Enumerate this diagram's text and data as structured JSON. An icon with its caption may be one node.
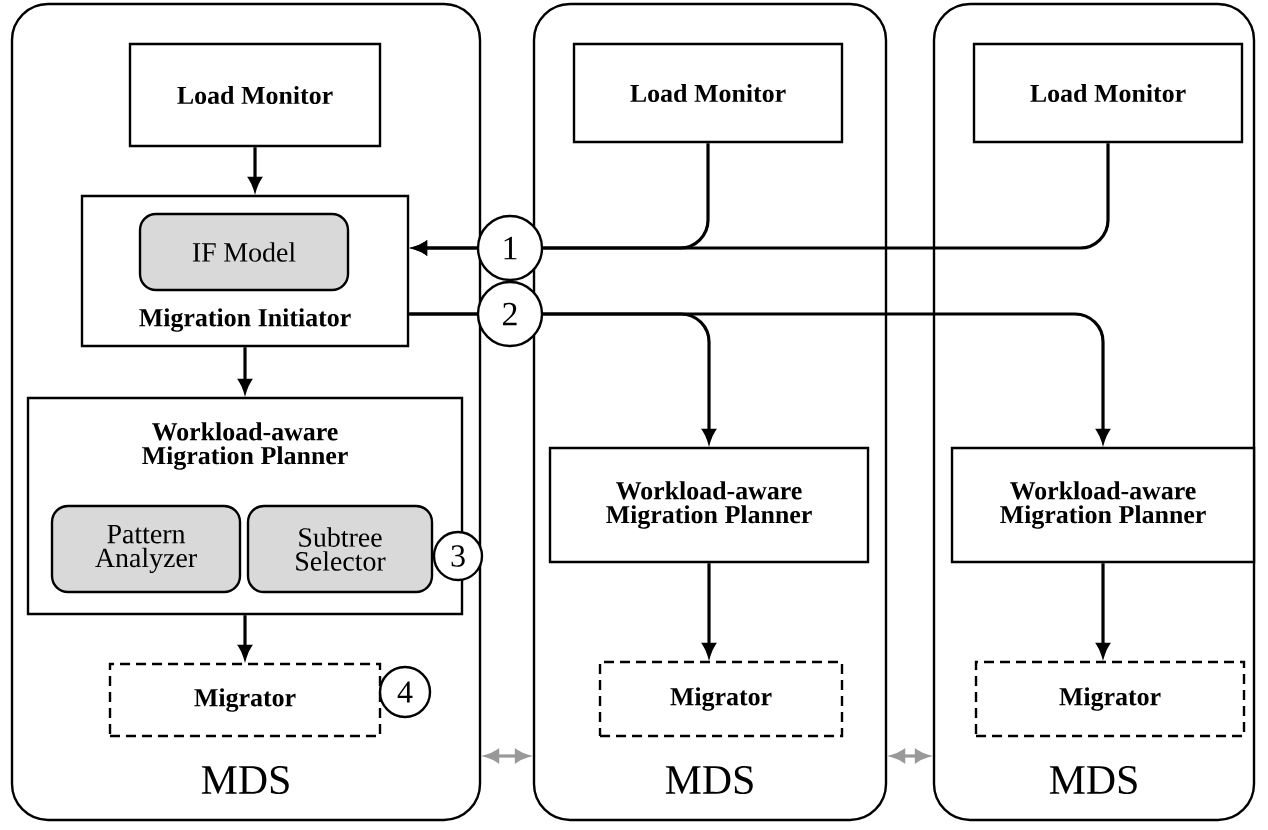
{
  "diagram": {
    "nodes": [
      {
        "text": [
          "MDS"
        ]
      },
      {
        "text": [
          "Load Monitor"
        ],
        "in": 0
      },
      {
        "text": [
          "Migration Initiator"
        ],
        "in": 0
      },
      {
        "text": [
          "IF Model"
        ],
        "in": 2
      },
      {
        "text": [
          "Workload-aware Migration Planner"
        ],
        "in": 0
      },
      {
        "text": [
          "Pattern Analyzer"
        ],
        "in": 4
      },
      {
        "text": [
          "Subtree Selector"
        ],
        "in": 4
      },
      {
        "text": [
          "Migrator"
        ],
        "in": 0
      },
      {
        "text": [
          "MDS"
        ]
      },
      {
        "text": [
          "Load Monitor"
        ],
        "in": 8
      },
      {
        "text": [
          "Workload-aware Migration Planner"
        ],
        "in": 8
      },
      {
        "text": [
          "Migrator"
        ],
        "in": 8
      },
      {
        "text": [
          "MDS"
        ]
      },
      {
        "text": [
          "Load Monitor"
        ],
        "in": 12
      },
      {
        "text": [
          "Workload-aware Migration Planner"
        ],
        "in": 12
      },
      {
        "text": [
          "Migrator"
        ],
        "in": 12
      },
      {
        "text": [
          "3"
        ],
        "in": 0
      },
      {
        "text": [
          "4"
        ],
        "in": 0
      }
    ],
    "edges": [
      {
        "from": 1,
        "to": 2,
        "arrow": "to"
      },
      {
        "from": 2,
        "to": 4,
        "arrow": "to"
      },
      {
        "from": 4,
        "to": 7,
        "arrow": "to"
      },
      {
        "from": 9,
        "to": 2,
        "arrow": "to",
        "label": "1"
      },
      {
        "from": 13,
        "to": 2,
        "arrow": "to"
      },
      {
        "from": 2,
        "to": 10,
        "arrow": "to",
        "label": "2"
      },
      {
        "from": 2,
        "to": 14,
        "arrow": "to"
      },
      {
        "from": 10,
        "to": 11,
        "arrow": "to"
      },
      {
        "from": 14,
        "to": 15,
        "arrow": "to"
      },
      {
        "from": 0,
        "to": 8,
        "arrow": "both",
        "color": "#999999"
      },
      {
        "from": 8,
        "to": 12,
        "arrow": "both",
        "color": "#999999"
      }
    ]
  }
}
